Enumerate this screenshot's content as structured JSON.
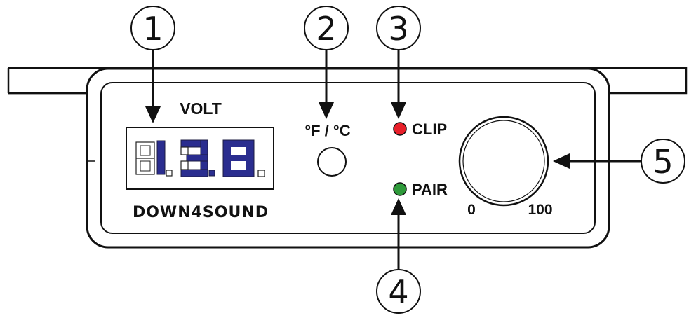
{
  "panel": {
    "volt_label": "VOLT",
    "display_value": "13.8",
    "brand": "DOWN4SOUND",
    "temp_label": "°F / °C",
    "clip_label": "CLIP",
    "pair_label": "PAIR",
    "knob_min": "0",
    "knob_max": "100",
    "clip_color": "#e8202a",
    "pair_color": "#2e9a3a",
    "display_color": "#2a2d8f"
  },
  "callouts": [
    "1",
    "2",
    "3",
    "4",
    "5"
  ],
  "icons": [
    "arrow-down-icon",
    "arrow-up-icon",
    "arrow-left-icon"
  ]
}
